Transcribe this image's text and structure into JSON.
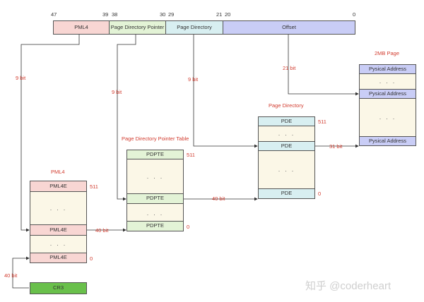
{
  "bit_ticks": [
    "47",
    "39",
    "38",
    "30",
    "29",
    "21",
    "20",
    "0"
  ],
  "address_fields": [
    "PML4",
    "Page Directory Pointer",
    "Page Directory",
    "Offset"
  ],
  "bit_widths": [
    "9 bit",
    "9 bit",
    "9 bit",
    "21 bit",
    "40 bit",
    "40 bit",
    "40 bit",
    "31 bit"
  ],
  "pml4": {
    "title": "PML4",
    "entries": [
      "PML4E",
      "PML4E",
      "PML4E"
    ],
    "index_high": "511",
    "index_low": "0"
  },
  "pdpt": {
    "title": "Page Directory Pointer Table",
    "entries": [
      "PDPTE",
      "PDPTE",
      "PDPTE"
    ],
    "index_high": "511",
    "index_low": "0"
  },
  "pd": {
    "title": "Page Directory",
    "entries": [
      "PDE",
      "PDE",
      "PDE"
    ],
    "index_high": "511",
    "index_low": "0"
  },
  "page": {
    "title": "2MB Page",
    "entries": [
      "Pysical Address",
      "Pysical Address",
      "Pysical Address"
    ]
  },
  "cr3": "CR3",
  "ellipsis": "· · ·",
  "watermark": "知乎 @coderheart",
  "colors": {
    "pml4": "#f8d6d3",
    "pdpt": "#e3f3d6",
    "pd": "#d8eff1",
    "offset": "#c9cdf6",
    "body": "#fbf7e7",
    "cr3": "#69c04b",
    "arrow": "#333333",
    "label": "#d23c2f"
  }
}
